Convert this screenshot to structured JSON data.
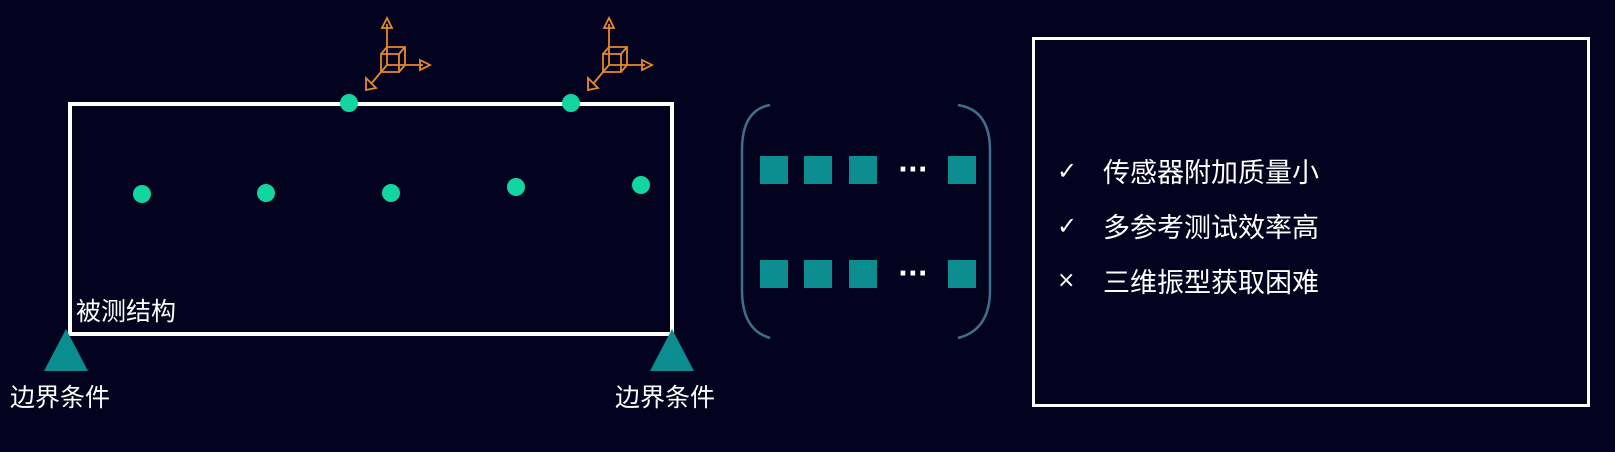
{
  "structure": {
    "label": "被测结构"
  },
  "supports": [
    {
      "label": "边界条件"
    },
    {
      "label": "边界条件"
    }
  ],
  "matrix": {
    "ellipsis_row1": "···",
    "ellipsis_row2": "···"
  },
  "features": [
    {
      "mark": "✓",
      "text": "传感器附加质量小"
    },
    {
      "mark": "✓",
      "text": "多参考测试效率高"
    },
    {
      "mark": "×",
      "text": "三维振型获取困难"
    }
  ],
  "colors": {
    "background": "#03031f",
    "sensor_point": "#12d6a0",
    "matrix_cell": "#0b8c8f",
    "support": "#0b8c8f",
    "triaxial_icon": "#e8892b",
    "bracket": "#3f6f8a",
    "outline": "#ffffff"
  }
}
